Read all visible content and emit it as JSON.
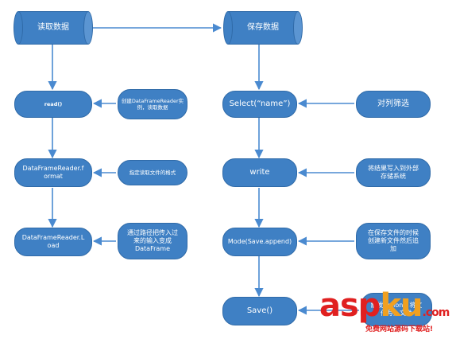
{
  "nodes": {
    "read_data": "读取数据",
    "save_data": "保存数据",
    "read_fn": "read()",
    "select_fn": "Select(“name”)",
    "create_reader_note": "创建DataFrameReader实\n例，读取数据",
    "column_filter_note": "对列筛选",
    "reader_format": "DataFrameReader.f\normat",
    "write_fn": "write",
    "format_note": "指定读取文件的格式",
    "write_external_note": "将结果写入到外部\n存储系统",
    "reader_load": "DataFrameReader.L\noad",
    "mode_fn": "Mode(Save.append)",
    "load_note": "通过路径把传入过\n来的输入变成\nDataFrame",
    "mode_note": "在保存文件的时候\n创建新文件然后追\n加",
    "save_fn": "Save()",
    "save_note": "触发action，将文\n件写入文件"
  },
  "watermark": {
    "logo_main": "asp",
    "logo_dot": "ku",
    "logo_tld": ".com",
    "sub": "免费网站源码下载站!"
  },
  "colors": {
    "node_fill": "#3f80c4",
    "node_border": "#2f6aa8",
    "arrow": "#4a8ad0",
    "watermark": "#e02020"
  }
}
